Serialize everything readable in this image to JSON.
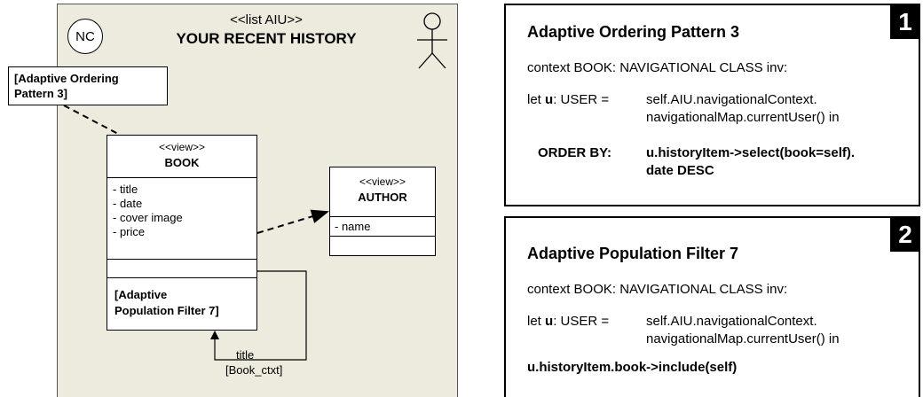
{
  "diagram": {
    "nc_label": "NC",
    "stereotype_title": "<<list AIU>>",
    "main_title": "YOUR RECENT HISTORY",
    "note_text_line1": "[Adaptive Ordering",
    "note_text_line2": "Pattern 3]",
    "book": {
      "stereotype": "<<view>>",
      "name": "BOOK",
      "attributes": [
        "- title",
        "- date",
        "- cover image",
        "- price"
      ],
      "filter_line1": "[Adaptive",
      "filter_line2": "Population Filter 7]"
    },
    "author": {
      "stereotype": "<<view>>",
      "name": "AUTHOR",
      "attributes": [
        "- name"
      ]
    },
    "link_label": "title",
    "link_context": "[Book_ctxt]"
  },
  "rules": [
    {
      "badge": "1",
      "title": "Adaptive Ordering Pattern 3",
      "context": "context BOOK: NAVIGATIONAL CLASS inv:",
      "let_prefix": "let ",
      "let_var": "u",
      "let_type": ": USER =",
      "let_value_line1": "self.AIU.navigationalContext.",
      "let_value_line2": "navigationalMap.currentUser() in",
      "order_label": "ORDER BY:",
      "order_line1": "u.historyItem->select(book=self).",
      "order_line2": "date DESC"
    },
    {
      "badge": "2",
      "title": "Adaptive Population Filter 7",
      "context": "context BOOK: NAVIGATIONAL CLASS inv:",
      "let_prefix": "let ",
      "let_var": "u",
      "let_type": ": USER =",
      "let_value_line1": "self.AIU.navigationalContext.",
      "let_value_line2": "navigationalMap.currentUser() in",
      "expression": "u.historyItem.book->include(self)"
    }
  ]
}
